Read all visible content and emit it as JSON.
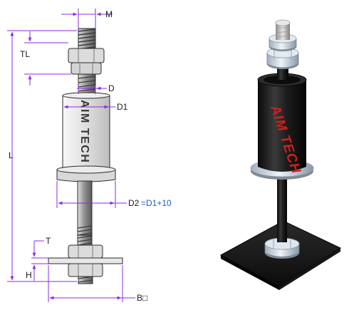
{
  "drawing": {
    "labels": {
      "m": "M",
      "tl": "TL",
      "d": "D",
      "d1": "D1",
      "l": "L",
      "d2": "D2",
      "d2_formula": "=D1+10",
      "t": "T",
      "h": "H",
      "b": "B□"
    },
    "brand_text": "AIM TECH"
  },
  "render": {
    "brand_text": "AIM TECH"
  },
  "colors": {
    "dimension_lines": "#8a2be2",
    "formula_text": "#1f5fbf",
    "render_body": "#1c1c1c",
    "render_brand": "#d0201c",
    "metal": "#c9d3dc"
  }
}
